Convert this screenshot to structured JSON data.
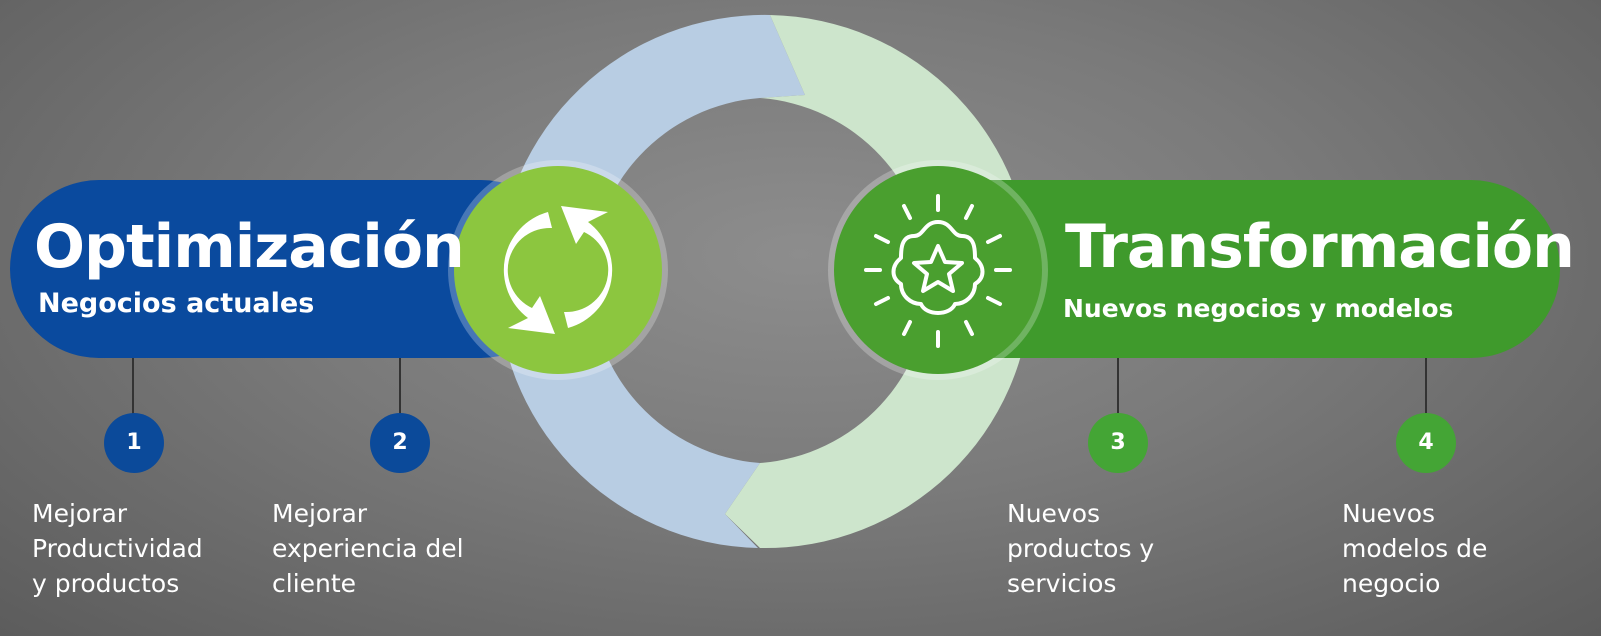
{
  "colors": {
    "blue_pill": "#0a4a9e",
    "green_pill": "#3f9a2c",
    "light_green_circle": "#8cc63f",
    "dark_green_circle": "#4a9f2f",
    "blue_badge": "#0b4a9a",
    "green_badge": "#44a535",
    "cycle_light_blue": "#b8cde3",
    "cycle_light_green": "#cde5cc"
  },
  "left": {
    "title": "Optimización",
    "subtitle": "Negocios actuales",
    "icon": "refresh-arrows-icon"
  },
  "right": {
    "title": "Transformación",
    "subtitle": "Nuevos  negocios y modelos",
    "icon": "star-burst-icon"
  },
  "steps": [
    {
      "number": "1",
      "lines": [
        "Mejorar",
        "Productividad",
        "y productos"
      ]
    },
    {
      "number": "2",
      "lines": [
        "Mejorar",
        "experiencia del",
        "cliente"
      ]
    },
    {
      "number": "3",
      "lines": [
        "Nuevos",
        "productos y",
        "servicios"
      ]
    },
    {
      "number": "4",
      "lines": [
        "Nuevos",
        "modelos de",
        "negocio"
      ]
    }
  ]
}
